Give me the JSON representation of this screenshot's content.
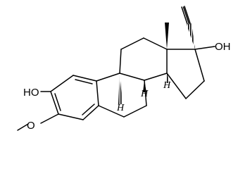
{
  "labels": {
    "hydroxyl_c17": "OH",
    "hydroxyl_c2": "HO",
    "methoxy_o": "O",
    "h_c9": "H",
    "h_c8": "H",
    "h_c14": "H"
  }
}
